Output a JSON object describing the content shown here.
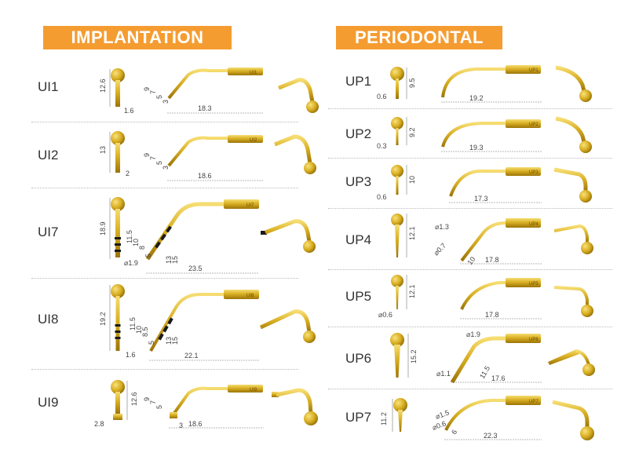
{
  "colors": {
    "banner": "#f59c31",
    "gold": "#d9b024",
    "gold_dark": "#a8820f",
    "band": "#1a1a1a"
  },
  "implantation": {
    "title": "IMPLANTATION",
    "tips": [
      {
        "name": "UI1",
        "tip_label": "UI1",
        "dims": [
          "12.6",
          "1.6",
          "9",
          "7",
          "5",
          "3",
          "18.3"
        ]
      },
      {
        "name": "UI2",
        "tip_label": "UI2",
        "dims": [
          "13",
          "2",
          "9",
          "7",
          "5",
          "3",
          "18.6"
        ]
      },
      {
        "name": "UI7",
        "tip_label": "UI7",
        "dims": [
          "18.9",
          "⌀1.9",
          "11.5",
          "10",
          "8",
          "5",
          "13",
          "15",
          "23.5"
        ]
      },
      {
        "name": "UI8",
        "tip_label": "UI8",
        "dims": [
          "19.2",
          "1.6",
          "11.5",
          "10",
          "8.5",
          "5",
          "13",
          "15",
          "22.1"
        ]
      },
      {
        "name": "UI9",
        "tip_label": "UI9",
        "dims": [
          "12.6",
          "2.8",
          "9",
          "7",
          "5",
          "3",
          "18.6"
        ]
      }
    ]
  },
  "periodontal": {
    "title": "PERIODONTAL",
    "tips": [
      {
        "name": "UP1",
        "tip_label": "UP1",
        "dims": [
          "9.5",
          "0.6",
          "19.2"
        ]
      },
      {
        "name": "UP2",
        "tip_label": "UP2",
        "dims": [
          "9.2",
          "0.3",
          "19.3"
        ]
      },
      {
        "name": "UP3",
        "tip_label": "UP3",
        "dims": [
          "10",
          "0.6",
          "17.3"
        ]
      },
      {
        "name": "UP4",
        "tip_label": "UP4",
        "dims": [
          "12.1",
          "⌀1.3",
          "⌀0.7",
          "10",
          "17.8"
        ]
      },
      {
        "name": "UP5",
        "tip_label": "UP5",
        "dims": [
          "12.1",
          "⌀0.6",
          "17.8"
        ]
      },
      {
        "name": "UP6",
        "tip_label": "UP6",
        "dims": [
          "15.2",
          "⌀1.9",
          "⌀1.1",
          "11.5",
          "17.6"
        ]
      },
      {
        "name": "UP7",
        "tip_label": "UP7",
        "dims": [
          "11.2",
          "⌀1.5",
          "⌀0.6",
          "6",
          "22.3"
        ]
      }
    ]
  }
}
